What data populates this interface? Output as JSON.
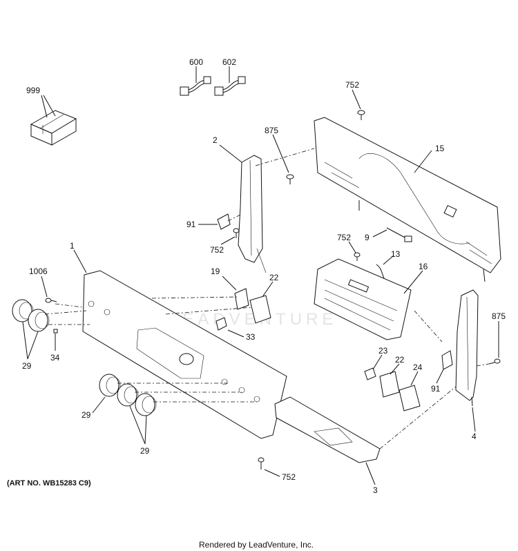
{
  "diagram": {
    "art_number": "(ART NO. WB15283 C9)",
    "footer": "Rendered by LeadVenture, Inc.",
    "watermark": "LEADVENTURE",
    "labels": {
      "p999": "999",
      "p600": "600",
      "p602": "602",
      "p752_top": "752",
      "p875_top": "875",
      "p2": "2",
      "p15": "15",
      "p91_left": "91",
      "p752_left": "752",
      "p9": "9",
      "p752_mid": "752",
      "p13": "13",
      "p1": "1",
      "p1006": "1006",
      "p19": "19",
      "p22_top": "22",
      "p16": "16",
      "p875_right": "875",
      "p33": "33",
      "p29_left": "29",
      "p34": "34",
      "p23": "23",
      "p22_bottom": "22",
      "p24": "24",
      "p91_right": "91",
      "p29_mid": "29",
      "p29_bottom": "29",
      "p4": "4",
      "p752_bottom": "752",
      "p3": "3"
    }
  }
}
